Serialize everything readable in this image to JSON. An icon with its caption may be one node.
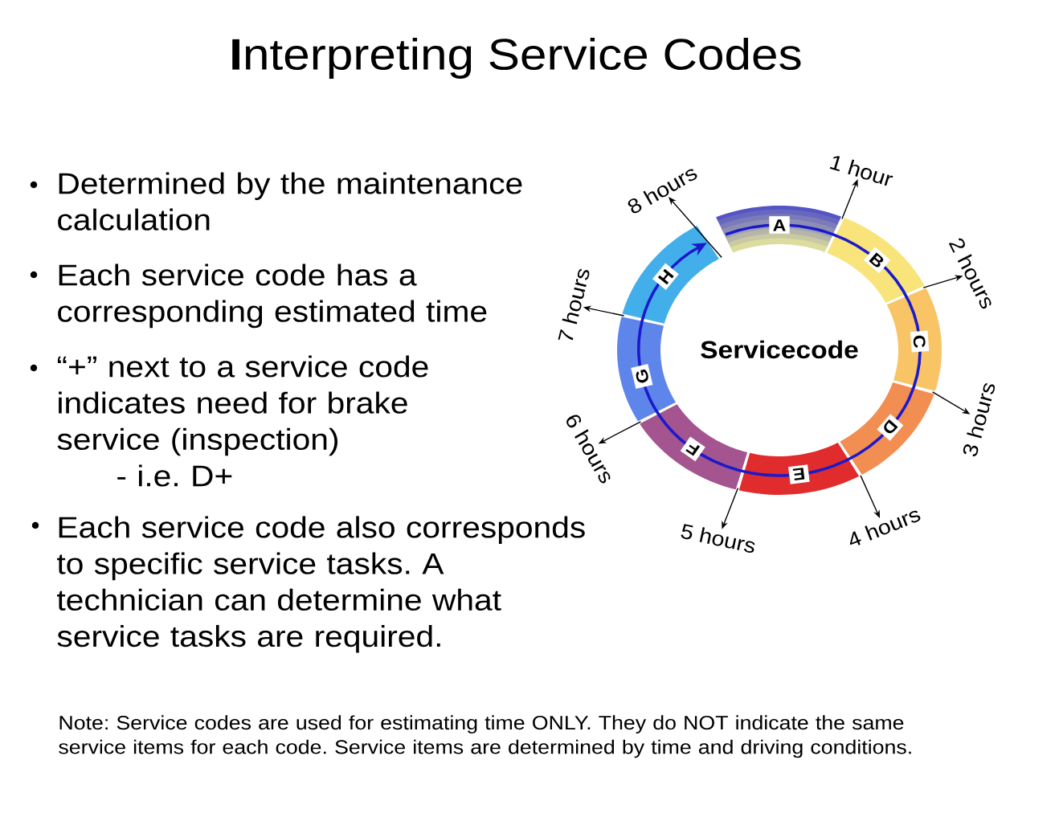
{
  "diagram": {
    "title": "**I**nterpreting Service Codes",
    "nodes": [
      {
        "text": [
          "A"
        ]
      },
      {
        "text": [
          "B"
        ]
      },
      {
        "text": [
          "C"
        ]
      },
      {
        "text": [
          "D"
        ]
      },
      {
        "text": [
          "E"
        ]
      },
      {
        "text": [
          "F"
        ]
      },
      {
        "text": [
          "G"
        ]
      },
      {
        "text": [
          "H"
        ]
      },
      {
        "text": [
          "1 hour"
        ]
      },
      {
        "text": [
          "2 hours"
        ]
      },
      {
        "text": [
          "3 hours"
        ]
      },
      {
        "text": [
          "4 hours"
        ]
      },
      {
        "text": [
          "5 hours"
        ]
      },
      {
        "text": [
          "6 hours"
        ]
      },
      {
        "text": [
          "7 hours"
        ]
      },
      {
        "text": [
          "8 hours"
        ]
      }
    ],
    "edges": [
      {
        "from": null,
        "to": 8,
        "arrow": "to"
      },
      {
        "from": null,
        "to": 9,
        "arrow": "to"
      },
      {
        "from": null,
        "to": 10,
        "arrow": "to"
      },
      {
        "from": null,
        "to": 11,
        "arrow": "to"
      },
      {
        "from": null,
        "to": 12,
        "arrow": "to"
      },
      {
        "from": null,
        "to": 13,
        "arrow": "to"
      },
      {
        "from": null,
        "to": 14,
        "arrow": "to"
      },
      {
        "from": null,
        "to": 15,
        "arrow": "to"
      }
    ],
    "labels": [
      "Determined by the maintenance calculation",
      "Each service code has a corresponding estimated time",
      "“+” next to a service code indicates need for brake service (inspection)",
      "- i.e. D+",
      "Each service code also corresponds to specific service tasks. A technician can determine what service tasks are required.",
      "Servicecode",
      "Note: Service codes are used for estimating time ONLY. They do NOT indicate the same service items for each code. Service items are determined by time and driving conditions."
    ]
  }
}
